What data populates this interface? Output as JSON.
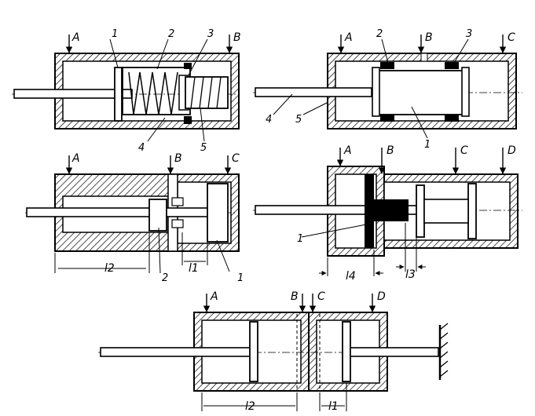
{
  "figures": [
    {
      "id": "a",
      "port_labels": [
        "A",
        "B"
      ],
      "part_numbers": [
        "1",
        "2",
        "3",
        "4",
        "5"
      ],
      "dimension_labels": []
    },
    {
      "id": "b",
      "port_labels": [
        "A",
        "B",
        "C"
      ],
      "part_numbers": [
        "2",
        "3",
        "4",
        "5",
        "1"
      ],
      "dimension_labels": []
    },
    {
      "id": "c",
      "port_labels": [
        "A",
        "B",
        "C"
      ],
      "part_numbers": [
        "2",
        "1"
      ],
      "dimension_labels": [
        "l2",
        "l1"
      ]
    },
    {
      "id": "d",
      "port_labels": [
        "A",
        "B",
        "C",
        "D"
      ],
      "part_numbers": [
        "1"
      ],
      "dimension_labels": [
        "l4",
        "l3"
      ]
    },
    {
      "id": "e",
      "port_labels": [
        "A",
        "B",
        "C",
        "D"
      ],
      "part_numbers": [],
      "dimension_labels": [
        "l2",
        "l1"
      ]
    }
  ]
}
